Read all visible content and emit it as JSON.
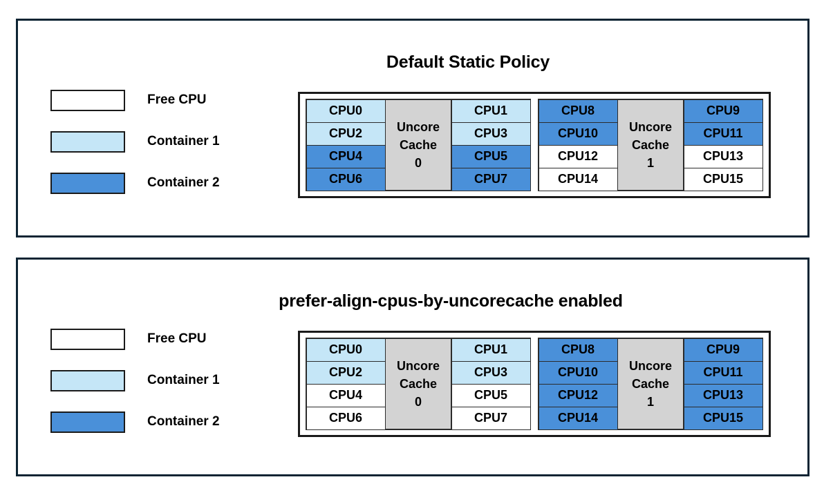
{
  "colors": {
    "free_cpu": "#ffffff",
    "container1": "#c5e6f7",
    "container2": "#4a90d9",
    "uncore_cache": "#d3d3d3",
    "panel_border": "#0d2433",
    "cell_border": "#2b2b2b"
  },
  "legend": {
    "items": [
      {
        "label": "Free CPU",
        "fill": "free"
      },
      {
        "label": "Container 1",
        "fill": "container1"
      },
      {
        "label": "Container 2",
        "fill": "container2"
      }
    ]
  },
  "panels": [
    {
      "id": "default-static-policy",
      "title": "Default Static Policy",
      "legend": [
        {
          "label": "Free CPU",
          "fill": "free"
        },
        {
          "label": "Container 1",
          "fill": "container1"
        },
        {
          "label": "Container 2",
          "fill": "container2"
        }
      ],
      "cache_groups": [
        {
          "cache_label_line1": "Uncore",
          "cache_label_line2": "Cache",
          "cache_label_line3": "0",
          "left_column": [
            {
              "label": "CPU0",
              "fill": "container1"
            },
            {
              "label": "CPU2",
              "fill": "container1"
            },
            {
              "label": "CPU4",
              "fill": "container2"
            },
            {
              "label": "CPU6",
              "fill": "container2"
            }
          ],
          "right_column": [
            {
              "label": "CPU1",
              "fill": "container1"
            },
            {
              "label": "CPU3",
              "fill": "container1"
            },
            {
              "label": "CPU5",
              "fill": "container2"
            },
            {
              "label": "CPU7",
              "fill": "container2"
            }
          ]
        },
        {
          "cache_label_line1": "Uncore",
          "cache_label_line2": "Cache",
          "cache_label_line3": "1",
          "left_column": [
            {
              "label": "CPU8",
              "fill": "container2"
            },
            {
              "label": "CPU10",
              "fill": "container2"
            },
            {
              "label": "CPU12",
              "fill": "free"
            },
            {
              "label": "CPU14",
              "fill": "free"
            }
          ],
          "right_column": [
            {
              "label": "CPU9",
              "fill": "container2"
            },
            {
              "label": "CPU11",
              "fill": "container2"
            },
            {
              "label": "CPU13",
              "fill": "free"
            },
            {
              "label": "CPU15",
              "fill": "free"
            }
          ]
        }
      ]
    },
    {
      "id": "prefer-align-cpus-by-uncorecache-enabled",
      "title": "prefer-align-cpus-by-uncorecache enabled",
      "legend": [
        {
          "label": "Free CPU",
          "fill": "free"
        },
        {
          "label": "Container 1",
          "fill": "container1"
        },
        {
          "label": "Container 2",
          "fill": "container2"
        }
      ],
      "cache_groups": [
        {
          "cache_label_line1": "Uncore",
          "cache_label_line2": "Cache",
          "cache_label_line3": "0",
          "left_column": [
            {
              "label": "CPU0",
              "fill": "container1"
            },
            {
              "label": "CPU2",
              "fill": "container1"
            },
            {
              "label": "CPU4",
              "fill": "free"
            },
            {
              "label": "CPU6",
              "fill": "free"
            }
          ],
          "right_column": [
            {
              "label": "CPU1",
              "fill": "container1"
            },
            {
              "label": "CPU3",
              "fill": "container1"
            },
            {
              "label": "CPU5",
              "fill": "free"
            },
            {
              "label": "CPU7",
              "fill": "free"
            }
          ]
        },
        {
          "cache_label_line1": "Uncore",
          "cache_label_line2": "Cache",
          "cache_label_line3": "1",
          "left_column": [
            {
              "label": "CPU8",
              "fill": "container2"
            },
            {
              "label": "CPU10",
              "fill": "container2"
            },
            {
              "label": "CPU12",
              "fill": "container2"
            },
            {
              "label": "CPU14",
              "fill": "container2"
            }
          ],
          "right_column": [
            {
              "label": "CPU9",
              "fill": "container2"
            },
            {
              "label": "CPU11",
              "fill": "container2"
            },
            {
              "label": "CPU13",
              "fill": "container2"
            },
            {
              "label": "CPU15",
              "fill": "container2"
            }
          ]
        }
      ]
    }
  ]
}
